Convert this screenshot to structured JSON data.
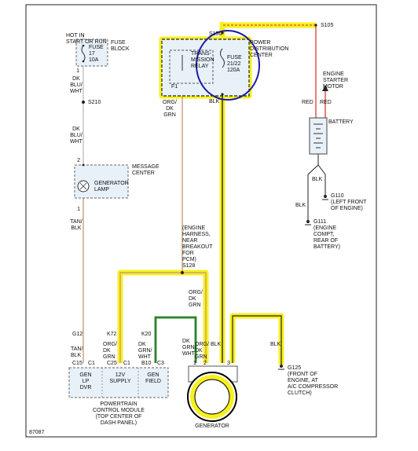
{
  "labels": {
    "hot_in_start_or_run": [
      "HOT IN",
      "START OR RUN"
    ],
    "fuse_block": [
      "FUSE",
      "BLOCK"
    ],
    "fuse17": [
      "FUSE",
      "17",
      "10A"
    ],
    "pin1_top": "1",
    "wire_dk_blu_wht_top": [
      "DK",
      "BLU/",
      "WHT"
    ],
    "s210": "S210",
    "wire_dk_blu_wht_mid": [
      "DK",
      "BLU/",
      "WHT"
    ],
    "pin2_lamp": "2",
    "message_center": [
      "MESSAGE",
      "CENTER"
    ],
    "generator_lamp": [
      "GENERATOR",
      "LAMP"
    ],
    "pin1_lamp": "1",
    "wire_tan_blk": [
      "TAN/",
      "BLK"
    ],
    "s105": "S105",
    "power_dist_center": [
      "POWER",
      "DISTRIBUTION",
      "CENTER"
    ],
    "s150": "S150",
    "trans_relay": [
      "TRANS-",
      "MISSION",
      "RELAY"
    ],
    "fuse2122": [
      "FUSE",
      "21/22",
      "120A"
    ],
    "f1": "F1",
    "wire_org_dk_grn_left": [
      "ORG/",
      "DK",
      "GRN"
    ],
    "wire_blk_pdc": "BLK",
    "engine_starter_motor": [
      "ENGINE",
      "STARTER",
      "MOTOR"
    ],
    "red_left": "RED",
    "red_right": "RED",
    "battery": "BATTERY",
    "blk_battery": "BLK",
    "blk_left": "BLK",
    "g110": [
      "G110",
      "(LEFT FRONT",
      "OF ENGINE)"
    ],
    "g111": [
      "G111",
      "(ENGINE",
      "COMPT,",
      "REAR OF",
      "BATTERY)"
    ],
    "engine_harness": [
      "(ENGINE",
      "HARNESS,",
      "NEAR",
      "BREAKOUT",
      "FOR",
      "PCM)",
      "S128"
    ],
    "wire_org_dk_grn_mid": [
      "ORG/",
      "DK",
      "GRN"
    ],
    "g12": "G12",
    "k72": "K72",
    "k20": "K20",
    "wire_tan_blk_bottom": [
      "TAN/",
      "BLK"
    ],
    "wire_org_dk_grn_k72": [
      "ORG/",
      "DK",
      "GRN"
    ],
    "wire_dk_grn_wht_k20": [
      "DK",
      "GRN/",
      "WHT"
    ],
    "wire_dk_grn_wht_gen": [
      "DK",
      "GRN/",
      "WHT"
    ],
    "wire_org_dk_grn_gen": [
      "ORG/",
      "DK",
      "GRN"
    ],
    "blk_gen": "BLK",
    "blk_ground": "BLK",
    "pins_c15_c1": [
      "C15",
      "C1"
    ],
    "pins_c25_c1": [
      "C25",
      "C1"
    ],
    "pins_b10_c3": [
      "B10",
      "C3"
    ],
    "gen_pins": [
      "1",
      "2",
      "3"
    ],
    "pcm_cells": [
      [
        "GEN",
        "LP",
        "DVR"
      ],
      [
        "12V",
        "SUPPLY"
      ],
      [
        "GEN",
        "FIELD"
      ]
    ],
    "pcm_title": [
      "POWERTRAIN",
      "CONTROL MODULE",
      "(TOP CENTER OF",
      "DASH PANEL)"
    ],
    "generator": "GENERATOR",
    "g125": [
      "G125",
      "(FRONT OF",
      "ENGINE, AT",
      "A/C COMPRESSOR",
      "CLUTCH)"
    ],
    "figure_id": "87087"
  },
  "colors": {
    "highlight_yellow": "#f7f01e",
    "highlight_green": "#2fae2f",
    "annotation_blue": "#1a1aa6",
    "wire_red": "#d62a1e",
    "wire_gray": "#a8a8a8",
    "wire_tan": "#c99f78",
    "box_fill": "#e8f1f8"
  }
}
